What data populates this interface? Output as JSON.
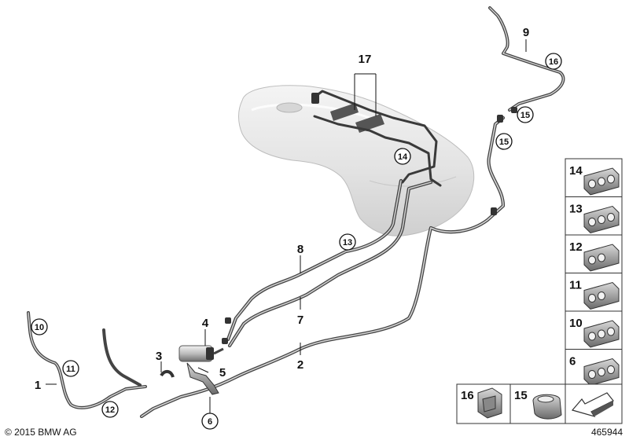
{
  "callouts": {
    "c1": "1",
    "c2": "2",
    "c3": "3",
    "c4": "4",
    "c5": "5",
    "c7": "7",
    "c8": "8",
    "c9": "9",
    "c17": "17"
  },
  "circled": {
    "c6": "6",
    "c10": "10",
    "c11": "11",
    "c12": "12",
    "c13": "13",
    "c14": "14",
    "c15a": "15",
    "c15b": "15",
    "c16": "16"
  },
  "legend_right": [
    "14",
    "13",
    "12",
    "11",
    "10",
    "6"
  ],
  "legend_bottom": [
    "16",
    "15"
  ],
  "footer": {
    "copyright": "© 2015 BMW AG",
    "diagram_number": "465944"
  }
}
